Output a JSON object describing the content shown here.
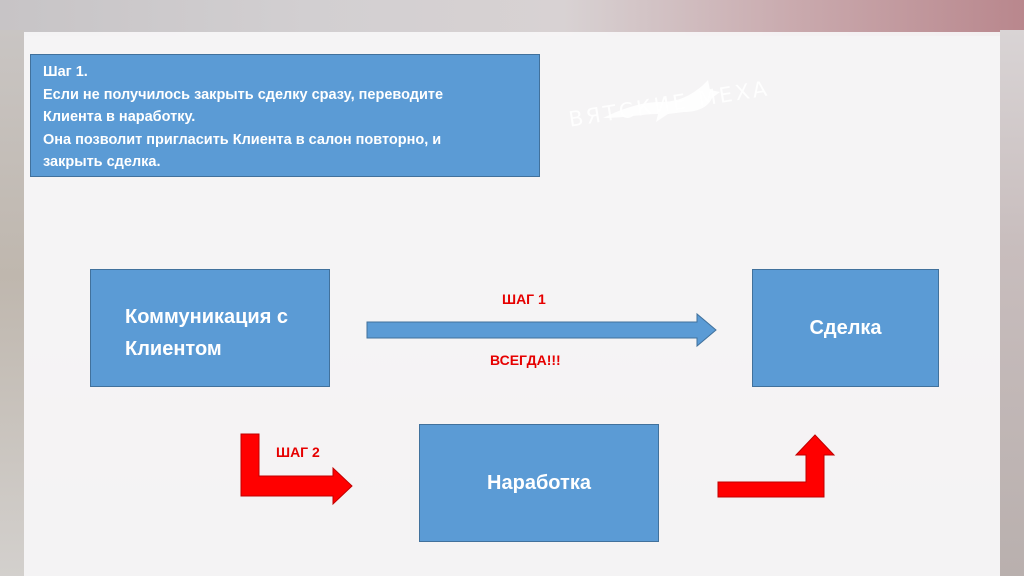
{
  "note": {
    "lines": [
      "Шаг 1.",
      "Если не получилось закрыть сделку сразу, переводите",
      "Клиента в наработку.",
      "Она позволит пригласить Клиента в салон повторно, и",
      "закрыть сделка."
    ]
  },
  "nodes": {
    "communication": [
      "Коммуникация с",
      "Клиентом"
    ],
    "deal": "Сделка",
    "workup": "Наработка"
  },
  "edges": {
    "step1_label": "ШАГ 1",
    "always_label": "ВСЕГДА!!!",
    "step2_label": "ШАГ 2"
  },
  "watermark": "ВЯТСКИЕ МЕХА",
  "colors": {
    "box_fill": "#5b9bd5",
    "box_border": "#41719c",
    "label_red": "#e60000",
    "arrow_red": "#ff0000"
  }
}
